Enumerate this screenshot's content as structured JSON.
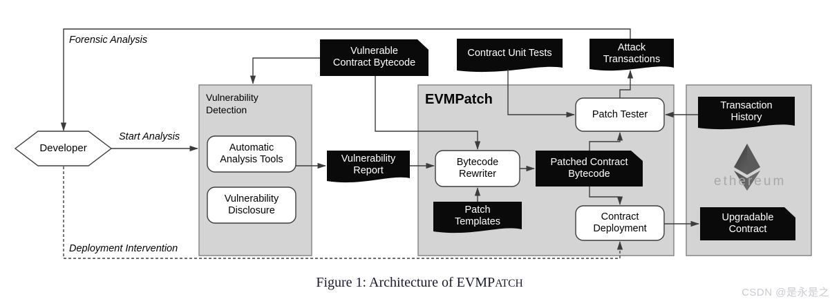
{
  "figure": {
    "caption_prefix": "Figure 1: Architecture of ",
    "caption_name_main": "EVMP",
    "caption_name_small": "ATCH",
    "watermark": "CSDN @是永是之"
  },
  "colors": {
    "panel_fill": "#d4d4d4",
    "panel_stroke": "#808080",
    "black_box": "#0a0a0a",
    "white_box": "#ffffff",
    "line": "#3c3c3c",
    "ethereum_gray": "#a8a8a8"
  },
  "actors": {
    "developer": "Developer"
  },
  "edge_labels": {
    "forensic_analysis": "Forensic Analysis",
    "start_analysis": "Start Analysis",
    "deployment_intervention": "Deployment Intervention"
  },
  "panels": {
    "vulnerability_detection": {
      "title": "Vulnerability\nDetection",
      "nodes": [
        {
          "label": "Automatic\nAnalysis Tools",
          "shape": "rounded-white"
        },
        {
          "label": "Vulnerability\nDisclosure",
          "shape": "rounded-white"
        }
      ]
    },
    "evmpatch": {
      "title": "EVMPatch",
      "nodes": [
        {
          "label": "Patch Tester",
          "shape": "rounded-white"
        },
        {
          "label": "Bytecode\nRewriter",
          "shape": "rounded-white"
        },
        {
          "label": "Patched Contract\nBytecode",
          "shape": "folded-black"
        },
        {
          "label": "Patch\nTemplates",
          "shape": "document-black"
        },
        {
          "label": "Contract\nDeployment",
          "shape": "rounded-white"
        }
      ]
    },
    "ethereum": {
      "logo_word": "ethereum",
      "nodes": [
        {
          "label": "Transaction\nHistory",
          "shape": "document-black"
        },
        {
          "label": "Upgradable\nContract",
          "shape": "folded-black"
        }
      ]
    }
  },
  "external_artifacts": [
    {
      "label": "Vulnerable\nContract Bytecode",
      "shape": "folded-black"
    },
    {
      "label": "Contract Unit Tests",
      "shape": "document-black"
    },
    {
      "label": "Attack\nTransactions",
      "shape": "document-black"
    }
  ]
}
